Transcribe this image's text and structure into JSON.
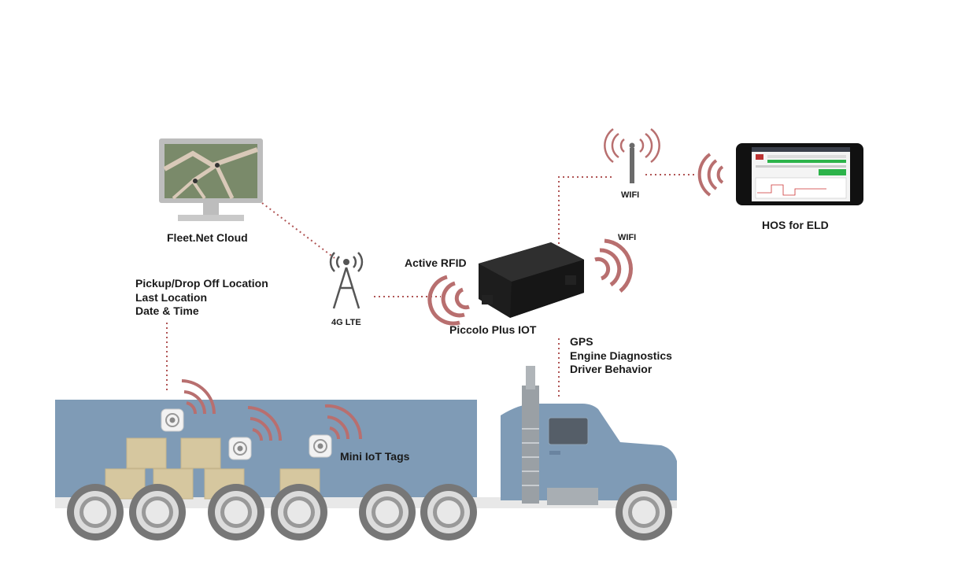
{
  "labels": {
    "cloud": "Fleet.Net Cloud",
    "lte": "4G LTE",
    "rfid": "Active RFID",
    "device": "Piccolo Plus IOT",
    "wifi_tower": "WIFI",
    "wifi_device": "WIFI",
    "hos": "HOS for ELD",
    "tags": "Mini IoT Tags"
  },
  "tag_info": [
    "Pickup/Drop Off Location",
    "Last Location",
    "Date & Time"
  ],
  "device_info": [
    "GPS",
    "Engine Diagnostics",
    "Driver Behavior"
  ],
  "colors": {
    "signal": "#b86f6f",
    "truck": "#7f9bb6",
    "dotted_line": "#b05555",
    "box": "#d6c79f",
    "tower": "#6b6b6b",
    "screen_green": "#2db34a"
  }
}
